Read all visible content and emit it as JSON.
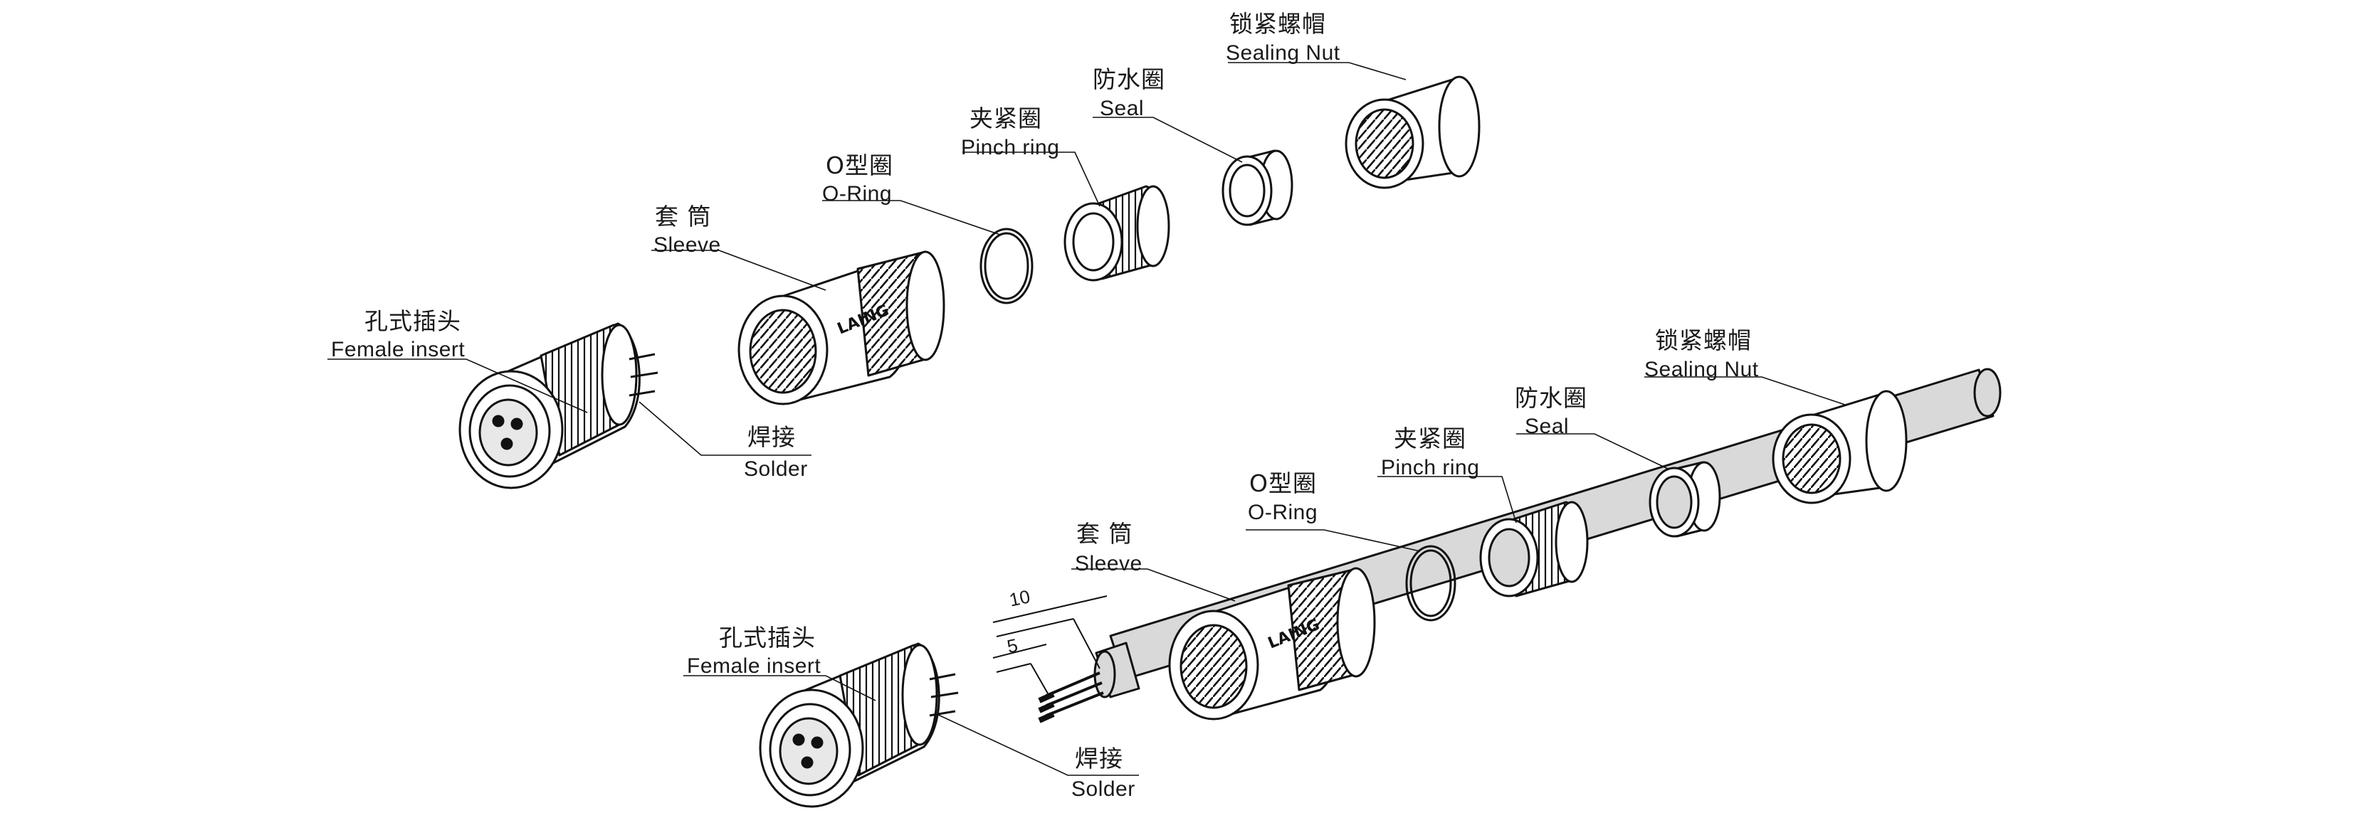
{
  "labels": {
    "top": {
      "sealing_nut_cn": "锁紧螺帽",
      "sealing_nut_en": "Sealing Nut",
      "seal_cn": "防水圈",
      "seal_en": "Seal",
      "pinch_ring_cn": "夹紧圈",
      "pinch_ring_en": "Pinch ring",
      "o_ring_cn": "O型圈",
      "o_ring_en": "O-Ring",
      "sleeve_cn": "套 筒",
      "sleeve_en": "Sleeve",
      "female_insert_cn": "孔式插头",
      "female_insert_en": "Female  insert",
      "solder_cn": "焊接",
      "solder_en": "Solder"
    },
    "bottom": {
      "sealing_nut_cn": "锁紧螺帽",
      "sealing_nut_en": "Sealing Nut",
      "seal_cn": "防水圈",
      "seal_en": "Seal",
      "pinch_ring_cn": "夹紧圈",
      "pinch_ring_en": "Pinch ring",
      "o_ring_cn": "O型圈",
      "o_ring_en": "O-Ring",
      "sleeve_cn": "套 筒",
      "sleeve_en": "Sleeve",
      "female_insert_cn": "孔式插头",
      "female_insert_en": "Female  insert",
      "solder_cn": "焊接",
      "solder_en": "Solder"
    }
  },
  "dimensions": {
    "strip_length": "10",
    "core_length": "5"
  },
  "brand_mark": "LAING"
}
